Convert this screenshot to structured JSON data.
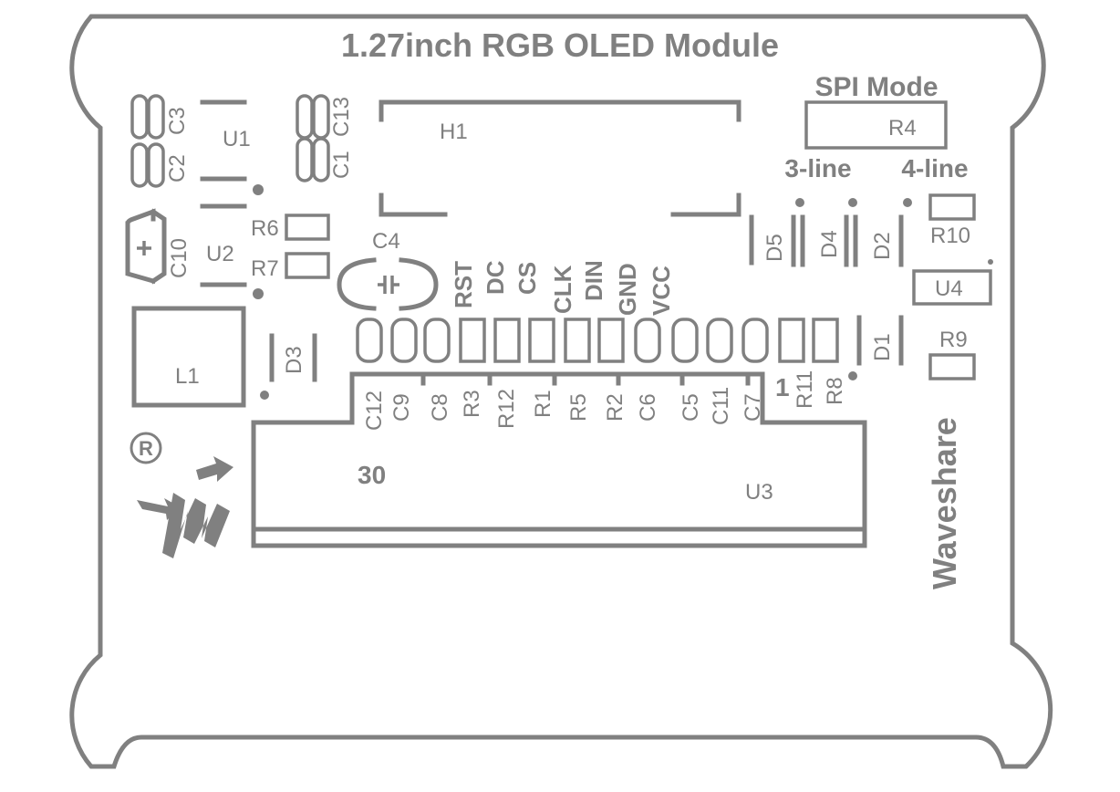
{
  "board": {
    "title": "1.27inch RGB OLED Module",
    "brand": "Waveshare",
    "registered_mark": "R",
    "colors": {
      "silkscreen": "#808080",
      "background": "#ffffff"
    }
  },
  "interface": {
    "mode_label": "SPI Mode",
    "option_3line": "3-line",
    "option_4line": "4-line",
    "pins": [
      "RST",
      "DC",
      "CS",
      "CLK",
      "DIN",
      "GND",
      "VCC"
    ]
  },
  "connector": {
    "pin_first": "1",
    "pin_last": "30"
  },
  "components": {
    "H1": "H1",
    "U1": "U1",
    "U2": "U2",
    "U3": "U3",
    "U4": "U4",
    "L1": "L1",
    "C4": "C4",
    "C3": "C3",
    "C2": "C2",
    "C13": "C13",
    "C1": "C1",
    "C10": "C10",
    "R4": "R4",
    "R6": "R6",
    "R7": "R7",
    "R9": "R9",
    "R10": "R10",
    "D1": "D1",
    "D2": "D2",
    "D3": "D3",
    "D4": "D4",
    "D5": "D5",
    "C12": "C12",
    "C9": "C9",
    "C8": "C8",
    "R3": "R3",
    "R12": "R12",
    "R1": "R1",
    "R5": "R5",
    "R2": "R2",
    "C6": "C6",
    "C5": "C5",
    "C11": "C11",
    "C7": "C7",
    "R11": "R11",
    "R8": "R8"
  }
}
